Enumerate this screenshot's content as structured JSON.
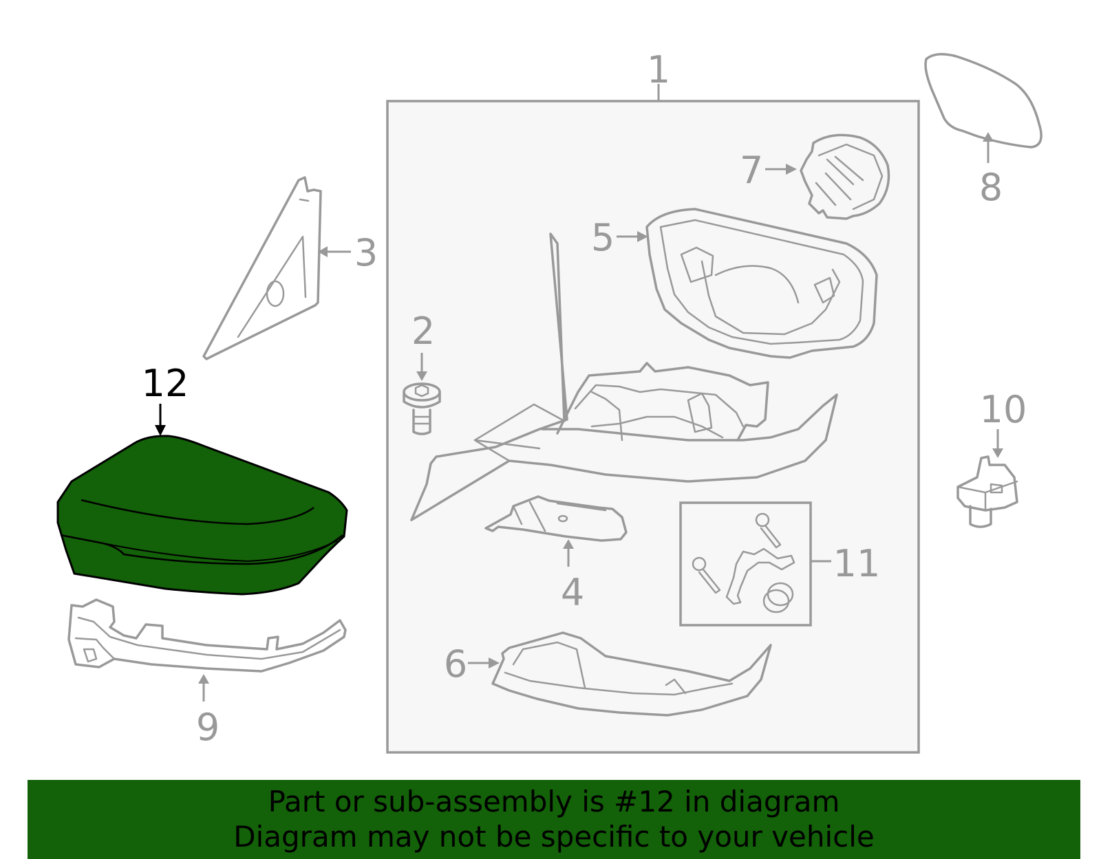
{
  "banner": {
    "line1": "Part or sub-assembly is #12 in diagram",
    "line2": "Diagram may not be specific to your vehicle",
    "background": "#136108"
  },
  "highlight_color": "#136108",
  "line_color": "#999999",
  "highlighted_part": "12",
  "callouts": {
    "c1": "1",
    "c2": "2",
    "c3": "3",
    "c4": "4",
    "c5": "5",
    "c6": "6",
    "c7": "7",
    "c8": "8",
    "c9": "9",
    "c10": "10",
    "c11": "11",
    "c12": "12"
  }
}
